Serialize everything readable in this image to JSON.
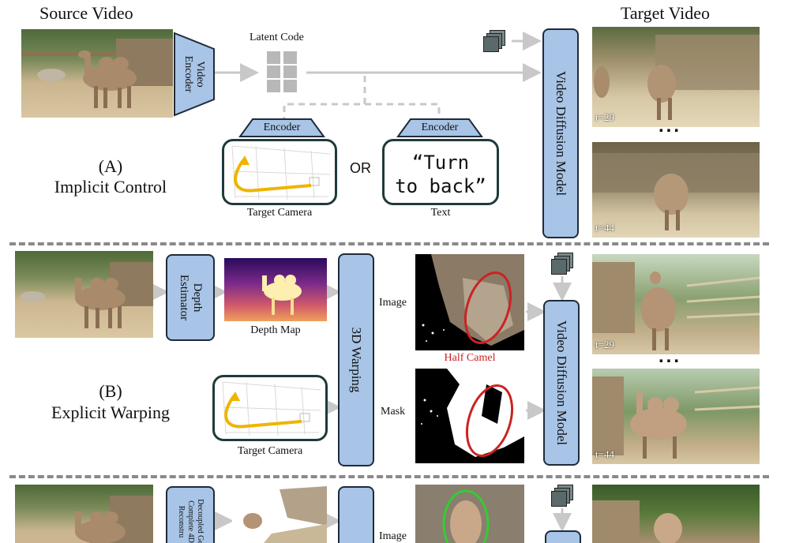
{
  "headings": {
    "source_video": "Source Video",
    "target_video": "Target Video"
  },
  "section_a": {
    "letter": "(A)",
    "title": "Implicit Control",
    "video_encoder": "Video\nEncoder",
    "latent_code": "Latent Code",
    "encoder_left": "Encoder",
    "encoder_right": "Encoder",
    "target_camera": "Target Camera",
    "or": "OR",
    "text_line1": "“Turn",
    "text_line2": "to back”",
    "text_caption": "Text",
    "model": "Video Diffusion Model",
    "t1": "t=29",
    "t2": "t=44",
    "ellipsis": "..."
  },
  "section_b": {
    "letter": "(B)",
    "title": "Explicit Warping",
    "depth_estimator": "Depth\nEstimator",
    "depth_map": "Depth Map",
    "warping": "3D Warping",
    "image": "Image",
    "mask": "Mask",
    "half_camel": "Half Camel",
    "target_camera": "Target Camera",
    "model": "Video Diffusion Model",
    "t1": "t=29",
    "t2": "t=44",
    "ellipsis": "..."
  },
  "section_c": {
    "recon": "Decoupled Ge\nComplete 4D\nReconstru",
    "image": "Image"
  },
  "colors": {
    "blue_box": "#a8c4e6",
    "arrow_gray": "#c8c8c8",
    "red_circle": "#cc2222",
    "green_circle": "#33cc33",
    "camera_path": "#f0b400",
    "half_camel_text": "#cc2222"
  }
}
